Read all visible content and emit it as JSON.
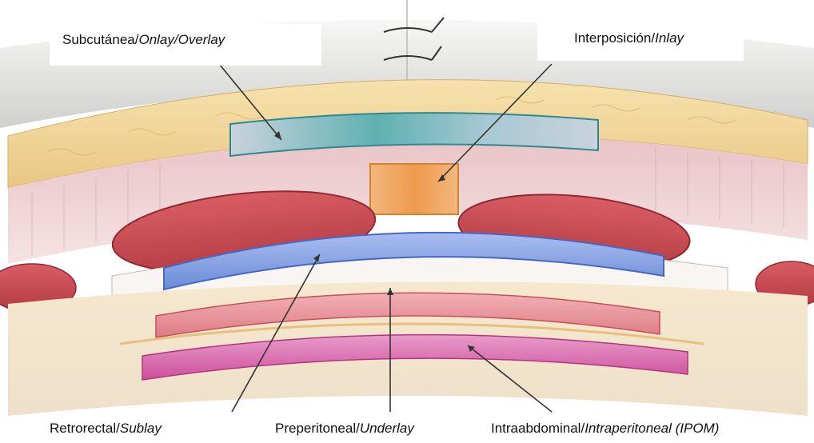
{
  "labels": {
    "subcutanea": {
      "main": "Subcutánea/",
      "italic": "Onlay/Overlay"
    },
    "interposicion": {
      "main": "Interposición/",
      "italic": "Inlay"
    },
    "retrorectal": {
      "main": "Retrorectal/",
      "italic": "Sublay"
    },
    "preperitoneal": {
      "main": "Preperitoneal/",
      "italic": "Underlay"
    },
    "intraabdominal": {
      "main": "Intraabdominal/",
      "italic": "Intraperitoneal (IPOM)"
    }
  },
  "colors": {
    "skin": "#dcdcd8",
    "fat": "#f2d9a0",
    "fascia": "#efc9c6",
    "muscle": "#c7464f",
    "onlay_mesh": "#4fa3a6",
    "inlay_mesh": "#f1a15a",
    "sublay_mesh": "#7f9fe0",
    "preperitoneal_mesh": "#e38c93",
    "ipom_mesh": "#d75fa6"
  }
}
